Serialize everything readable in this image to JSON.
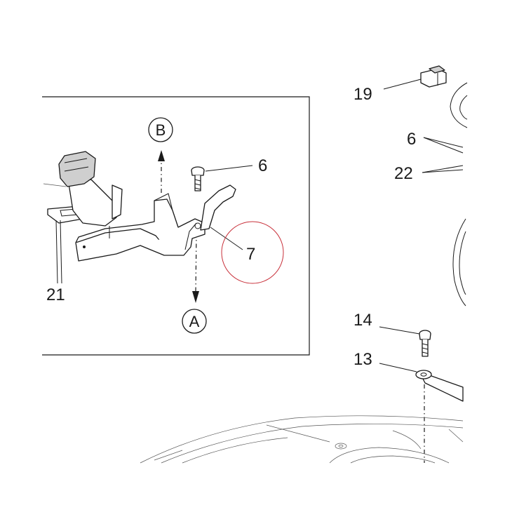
{
  "callouts": {
    "c19": "19",
    "c6_right": "6",
    "c22": "22",
    "c6_inset": "6",
    "c7": "7",
    "c21": "21",
    "c14": "14",
    "c13": "13"
  },
  "view_markers": {
    "a": "A",
    "b": "B"
  },
  "colors": {
    "line": "#1a1a1a",
    "highlight_circle": "#c8303a"
  }
}
